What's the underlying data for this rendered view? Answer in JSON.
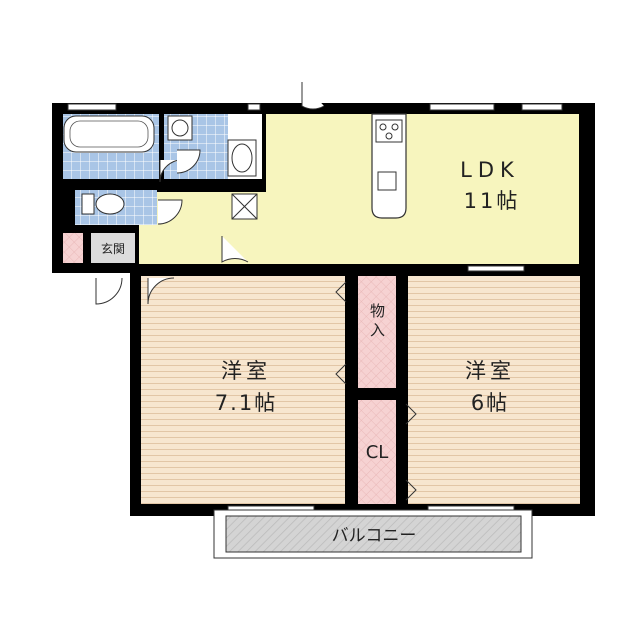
{
  "rooms": {
    "ldk": {
      "name": "LDK",
      "size": "11帖"
    },
    "western_left": {
      "name": "洋室",
      "size": "7.1帖"
    },
    "western_right": {
      "name": "洋室",
      "size": "6帖"
    },
    "storage": {
      "name": "物入"
    },
    "closet": {
      "name": "CL"
    },
    "entrance": {
      "name": "玄関"
    },
    "balcony": {
      "name": "バルコニー"
    }
  },
  "colors": {
    "ldk_floor": "#f7f5be",
    "wood_floor": "#f7e6cf",
    "wood_line": "#e2c6a6",
    "storage_pink": "#f6d2d2",
    "wet_tile": "#a9c5e6",
    "wall": "#000000",
    "balcony_gray": "#cccccc"
  }
}
